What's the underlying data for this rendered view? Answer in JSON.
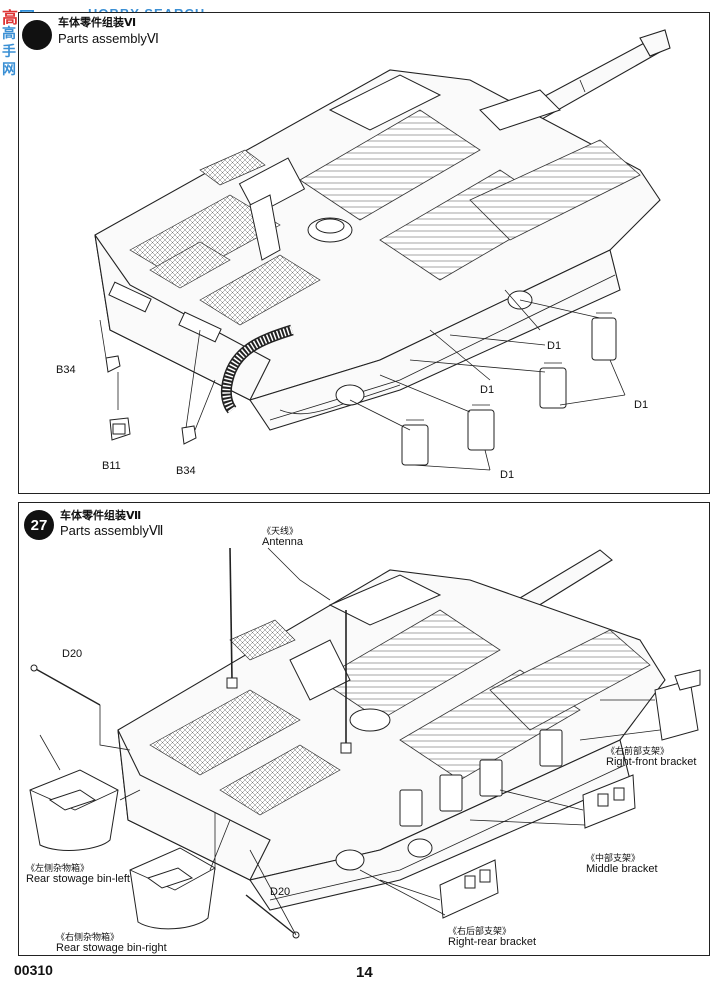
{
  "watermark": {
    "logo_cn": "高",
    "logo_cn2": "网",
    "logo_text": "HOBBY SEARCH",
    "side_text": "高手网"
  },
  "step26": {
    "number": "",
    "title_cn": "车体零件组装Ⅵ",
    "title_en": "Parts assemblyⅥ",
    "labels": {
      "b34_left": "B34",
      "b11": "B11",
      "b34_bottom": "B34",
      "d1_a": "D1",
      "d1_b": "D1",
      "d1_c": "D1",
      "d1_d": "D1"
    }
  },
  "step27": {
    "number": "27",
    "title_cn": "车体零件组装Ⅶ",
    "title_en": "Parts assemblyⅦ",
    "labels": {
      "antenna_cn": "《天线》",
      "antenna_en": "Antenna",
      "d20_top": "D20",
      "d20_bottom": "D20",
      "rear_bin_left_cn": "《左侧杂物箱》",
      "rear_bin_left_en": "Rear stowage bin-left",
      "rear_bin_right_cn": "《右侧杂物箱》",
      "rear_bin_right_en": "Rear stowage bin-right",
      "right_front_cn": "《右前部支架》",
      "right_front_en": "Right-front bracket",
      "middle_cn": "《中部支架》",
      "middle_en": "Middle bracket",
      "right_rear_cn": "《右后部支架》",
      "right_rear_en": "Right-rear bracket"
    }
  },
  "footer": {
    "code": "00310",
    "page": "14"
  }
}
